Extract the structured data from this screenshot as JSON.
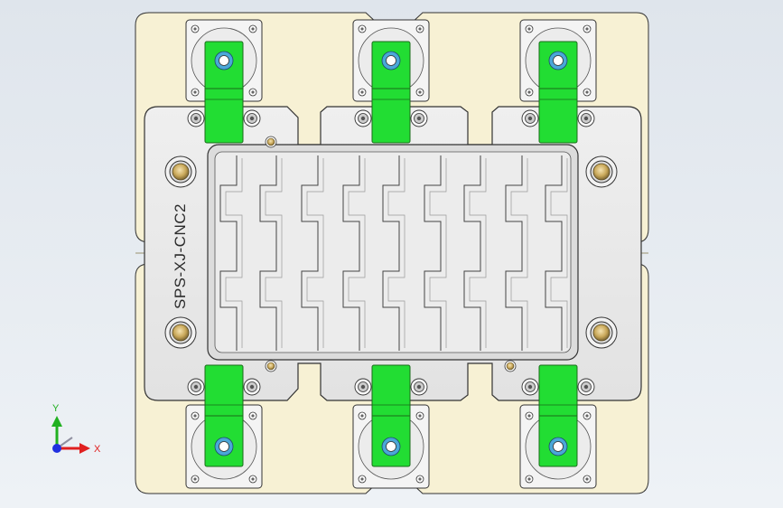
{
  "part": {
    "engraving": "SPS-XJ-CNC2"
  },
  "triad": {
    "x_label": "X",
    "y_label": "Y"
  },
  "colors": {
    "background_top": "#dfe5ec",
    "base_plate": "#f7f1d4",
    "fixture_plate": "#e9e9e9",
    "clamp_green": "#22dd33",
    "bushing_blue": "#4aa7d8",
    "brass": "#c9a85a",
    "x_axis": "#e02020",
    "y_axis": "#20b020",
    "z_axis": "#2030e0"
  },
  "clamp_icon": "swing-clamp-icon",
  "locating_pin_icon": "locating-pin-icon"
}
